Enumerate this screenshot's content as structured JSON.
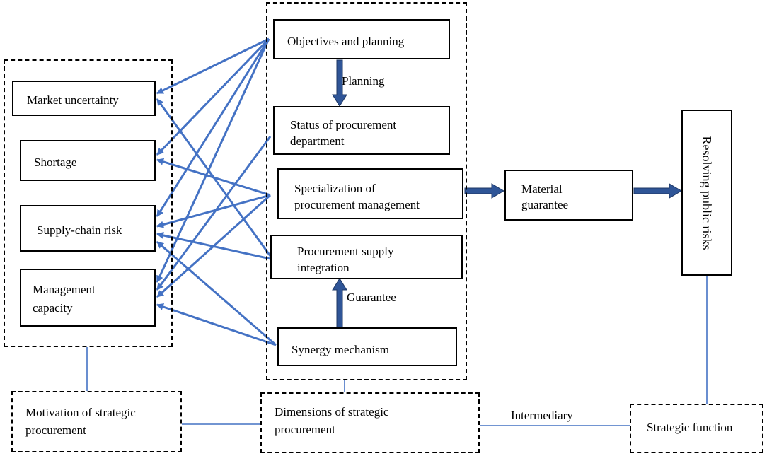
{
  "colors": {
    "connector": "#4472C4",
    "block_arrow": "#2F5597",
    "border": "#000000"
  },
  "factors": {
    "market_uncertainty": "Market  uncertainty",
    "shortage": "Shortage",
    "supply_chain_risk": "Supply-chain risk",
    "management_capacity_line1": "Management",
    "management_capacity_line2": "capacity"
  },
  "dimensions": {
    "objectives_planning": "Objectives and planning",
    "status_line1": "Status of  procurement",
    "status_line2": "department",
    "specialization_line1": "Specialization of",
    "specialization_line2": "procurement  management",
    "integration_line1": "Procurement  supply",
    "integration_line2": "integration",
    "synergy": "Synergy mechanism"
  },
  "arrow_labels": {
    "planning": "Planning",
    "guarantee": "Guarantee",
    "intermediary": "Intermediary"
  },
  "outcomes": {
    "material_line1": "Material",
    "material_line2": "guarantee",
    "resolving": "Resolving public risks"
  },
  "bottom": {
    "motivation_line1": "Motivation of  strategic",
    "motivation_line2": "procurement",
    "dimensions_line1": "Dimensions of  strategic",
    "dimensions_line2": "procurement",
    "function": "Strategic function"
  }
}
